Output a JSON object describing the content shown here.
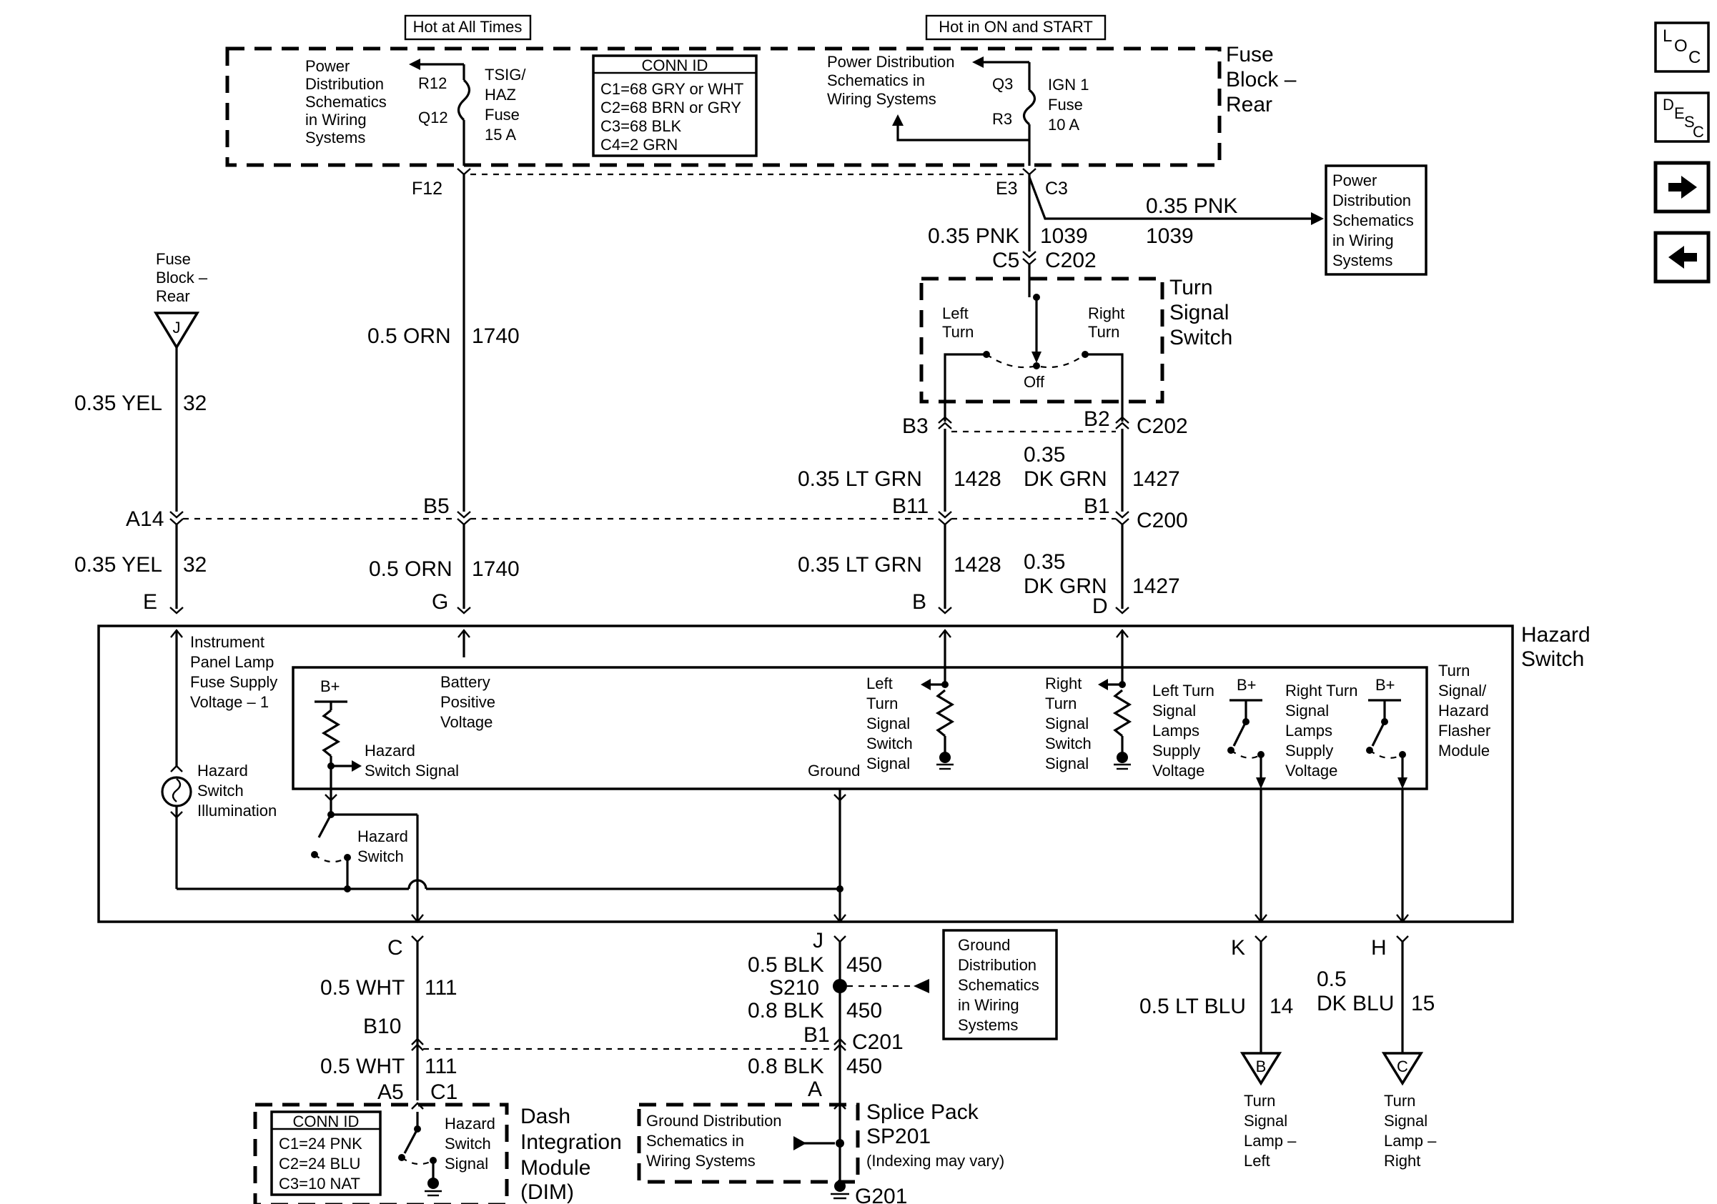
{
  "top_labels": {
    "hot_always": "Hot at All Times",
    "hot_on_start": "Hot in ON and START"
  },
  "fuse_block": {
    "title": [
      "Fuse",
      "Block –",
      "Rear"
    ],
    "left_ref": [
      "Power",
      "Distribution",
      "Schematics",
      "in Wiring",
      "Systems"
    ],
    "r12": "R12",
    "q12": "Q12",
    "tsig_fuse": [
      "TSIG/",
      "HAZ",
      "Fuse",
      "15 A"
    ],
    "conn_id_title": "CONN ID",
    "conn_ids": [
      "C1=68 GRY or WHT",
      "C2=68 BRN or GRY",
      "C3=68 BLK",
      "C4=2 GRN"
    ],
    "right_ref": [
      "Power Distribution",
      "Schematics in",
      "Wiring Systems"
    ],
    "q3": "Q3",
    "r3": "R3",
    "ign_fuse": [
      "IGN 1",
      "Fuse",
      "10 A"
    ],
    "f12": "F12",
    "e3": "E3",
    "c3": "C3"
  },
  "pnk_branch": {
    "wire_right": "0.35 PNK",
    "circuit_right": "1039",
    "wire_down": "0.35 PNK",
    "circuit_down": "1039",
    "c5": "C5",
    "c202": "C202",
    "ref_box": [
      "Power",
      "Distribution",
      "Schematics",
      "in Wiring",
      "Systems"
    ]
  },
  "turn_signal_switch": {
    "title": [
      "Turn",
      "Signal",
      "Switch"
    ],
    "left": [
      "Left",
      "Turn"
    ],
    "right": [
      "Right",
      "Turn"
    ],
    "off": "Off",
    "b3": "B3",
    "b2": "B2",
    "c202": "C202"
  },
  "ground_fuse_ref": {
    "label": [
      "Fuse",
      "Block –",
      "Rear"
    ],
    "tri": "J"
  },
  "wires": {
    "yel": "0.35 YEL",
    "yel_num": "32",
    "orn": "0.5 ORN",
    "orn_num": "1740",
    "ltgrn": "0.35 LT GRN",
    "ltgrn_num": "1428",
    "dkgrn_size": "0.35",
    "dkgrn": "DK GRN",
    "dkgrn_num": "1427"
  },
  "c200": {
    "a14": "A14",
    "b5": "B5",
    "b11": "B11",
    "b1": "B1",
    "name": "C200"
  },
  "hazard_pins_top": {
    "e": "E",
    "g": "G",
    "b": "B",
    "d": "D"
  },
  "hazard_switch": {
    "title": [
      "Hazard",
      "Switch"
    ],
    "ip_lamp": [
      "Instrument",
      "Panel Lamp",
      "Fuse Supply",
      "Voltage – 1"
    ],
    "illum": [
      "Hazard",
      "Switch",
      "Illumination"
    ],
    "b_plus": "B+",
    "batt": [
      "Battery",
      "Positive",
      "Voltage"
    ],
    "haz_signal": [
      "Hazard",
      "Switch Signal"
    ],
    "haz_switch": [
      "Hazard",
      "Switch"
    ],
    "ground": "Ground",
    "left_sig": [
      "Left",
      "Turn",
      "Signal",
      "Switch",
      "Signal"
    ],
    "right_sig": [
      "Right",
      "Turn",
      "Signal",
      "Switch",
      "Signal"
    ],
    "left_lamps": [
      "Left Turn",
      "Signal",
      "Lamps",
      "Supply",
      "Voltage"
    ],
    "right_lamps": [
      "Right Turn",
      "Signal",
      "Lamps",
      "Supply",
      "Voltage"
    ],
    "flasher": [
      "Turn",
      "Signal/",
      "Hazard",
      "Flasher",
      "Module"
    ]
  },
  "bottom": {
    "c": "C",
    "wht": "0.5 WHT",
    "wht_num": "111",
    "b10": "B10",
    "a5": "A5",
    "c1": "C1",
    "j": "J",
    "blk05": "0.5 BLK",
    "blk_num": "450",
    "s210": "S210",
    "blk08": "0.8 BLK",
    "b1": "B1",
    "c201": "C201",
    "a": "A",
    "ground_ref": [
      "Ground",
      "Distribution",
      "Schematics",
      "in Wiring",
      "Systems"
    ],
    "k": "K",
    "h": "H",
    "ltblu": "0.5 LT BLU",
    "ltblu_num": "14",
    "dkblu_size": "0.5",
    "dkblu": "DK BLU",
    "dkblu_num": "15",
    "tri_b": "B",
    "tri_c": "C",
    "lamp_left": [
      "Turn",
      "Signal",
      "Lamp –",
      "Left"
    ],
    "lamp_right": [
      "Turn",
      "Signal",
      "Lamp –",
      "Right"
    ],
    "g201": "G201"
  },
  "dim": {
    "conn_id_title": "CONN ID",
    "conn_ids": [
      "C1=24 PNK",
      "C2=24 BLU",
      "C3=10 NAT"
    ],
    "haz_signal": [
      "Hazard",
      "Switch",
      "Signal"
    ],
    "title": [
      "Dash",
      "Integration",
      "Module",
      "(DIM)"
    ]
  },
  "splice_pack": {
    "ref": [
      "Ground Distribution",
      "Schematics in",
      "Wiring Systems"
    ],
    "title": [
      "Splice Pack",
      "SP201"
    ],
    "note": "(Indexing may vary)"
  },
  "nav": {
    "loc_icon": "loc-icon",
    "desc_icon": "desc-icon",
    "next_icon": "arrow-right-icon",
    "prev_icon": "arrow-left-icon"
  }
}
